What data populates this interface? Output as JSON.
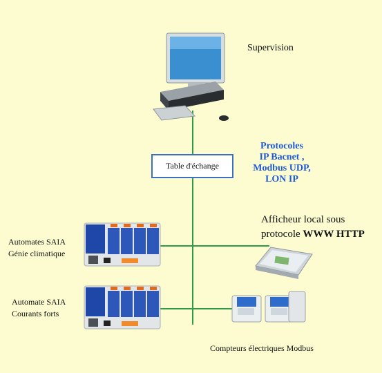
{
  "diagram": {
    "supervision": {
      "label": "Supervision"
    },
    "exchange_table": {
      "label": "Table d'échange"
    },
    "protocols": {
      "line1": "Protocoles",
      "line2": "IP Bacnet ,",
      "line3": "Modbus UDP,",
      "line4": "LON IP"
    },
    "local_display": {
      "line1": "Afficheur local sous",
      "line2_prefix": "protocole ",
      "line2_bold": "WWW HTTP"
    },
    "controller_climate": {
      "line1": "Automates SAIA",
      "line2": "Génie climatique"
    },
    "controller_power": {
      "line1": "Automate SAIA",
      "line2": "Courants forts"
    },
    "meters": {
      "label": "Compteurs électriques Modbus"
    },
    "colors": {
      "background": "#fcfcd0",
      "connector": "#2e9a4a",
      "box_border": "#3b6fc4",
      "protocol_text": "#1f5bd6"
    }
  }
}
